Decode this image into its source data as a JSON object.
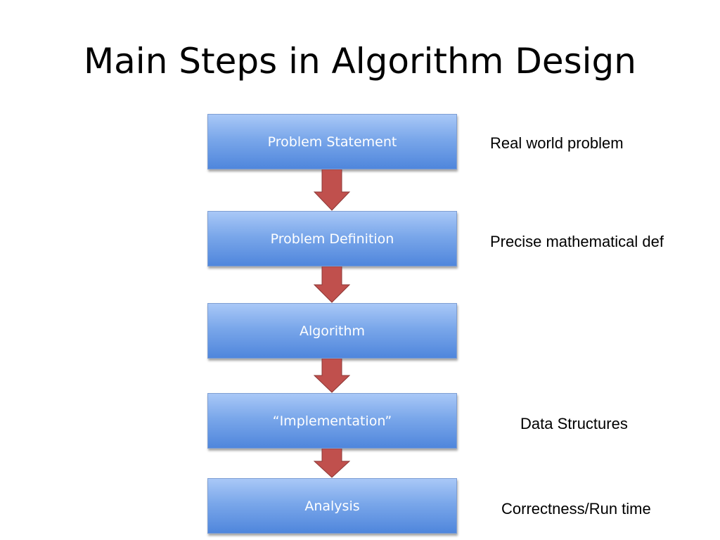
{
  "title": "Main Steps in Algorithm Design",
  "steps": [
    {
      "label": "Problem Statement"
    },
    {
      "label": "Problem Definition"
    },
    {
      "label": "Algorithm"
    },
    {
      "label": "“Implementation”"
    },
    {
      "label": "Analysis"
    }
  ],
  "notes": [
    {
      "text": "Real world problem"
    },
    {
      "text": "Precise mathematical def"
    },
    {
      "text": "Data Structures"
    },
    {
      "text": "Correctness/Run time"
    }
  ],
  "colors": {
    "box_top": "#a9c8f7",
    "box_bottom": "#4f86dc",
    "arrow": "#c0504d"
  }
}
